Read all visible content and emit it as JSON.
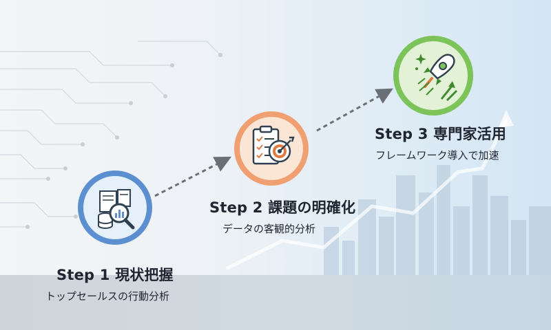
{
  "steps": [
    {
      "title": "Step 1  現状把握",
      "subtitle": "トップセールスの行動分析",
      "icon": "data-analysis-magnifier-icon",
      "color": "#5b8fd0"
    },
    {
      "title": "Step 2  課題の明確化",
      "subtitle": "データの客観的分析",
      "icon": "checklist-target-icon",
      "color": "#f0a070"
    },
    {
      "title": "Step 3  専門家活用",
      "subtitle": "フレームワーク導入で加速",
      "icon": "rocket-launch-icon",
      "color": "#7cc35a"
    }
  ]
}
